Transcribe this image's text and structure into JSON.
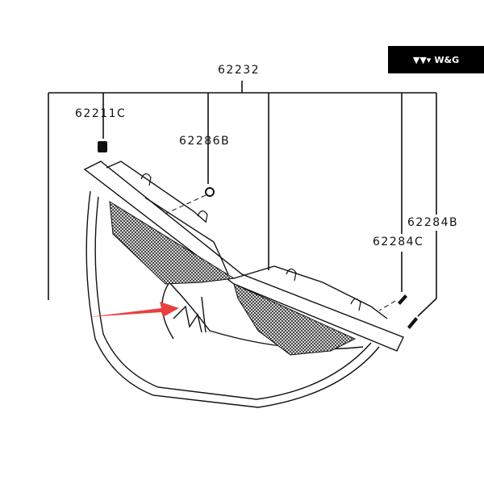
{
  "logo": {
    "text": "W&G",
    "bg": "#000000"
  },
  "callouts": {
    "main": "62232",
    "clip": "62211C",
    "nut": "62286B",
    "screw_b": "62284B",
    "screw_c": "62284C"
  },
  "colors": {
    "arrow": "#e8413f",
    "line": "#111111"
  }
}
